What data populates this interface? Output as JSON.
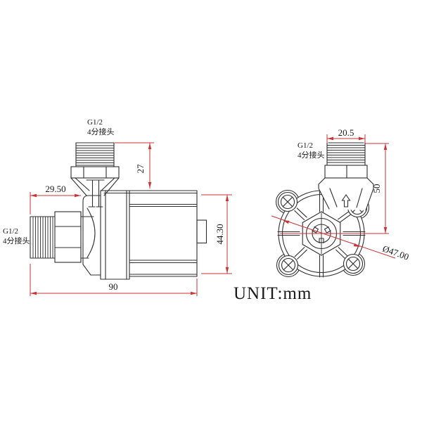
{
  "colors": {
    "background": "#ffffff",
    "line": "#2f2f2f",
    "dimension": "#cc3333",
    "text": "#1a1a1a"
  },
  "unit_note": "UNIT:mm",
  "side_view": {
    "top_port_label": {
      "line1": "G1/2",
      "line2": "4分接头"
    },
    "left_port_label": {
      "line1": "G1/2",
      "line2": "4分接头"
    },
    "dims": {
      "port_height": "27",
      "inlet_offset": "29.50",
      "overall_length": "90",
      "body_height": "44.30"
    }
  },
  "front_view": {
    "port_label": {
      "line1": "G1/2",
      "line2": "4分接头"
    },
    "dims": {
      "thread_od": "20.5",
      "port_to_center": "50",
      "housing_dia": "Ø47.00"
    }
  }
}
